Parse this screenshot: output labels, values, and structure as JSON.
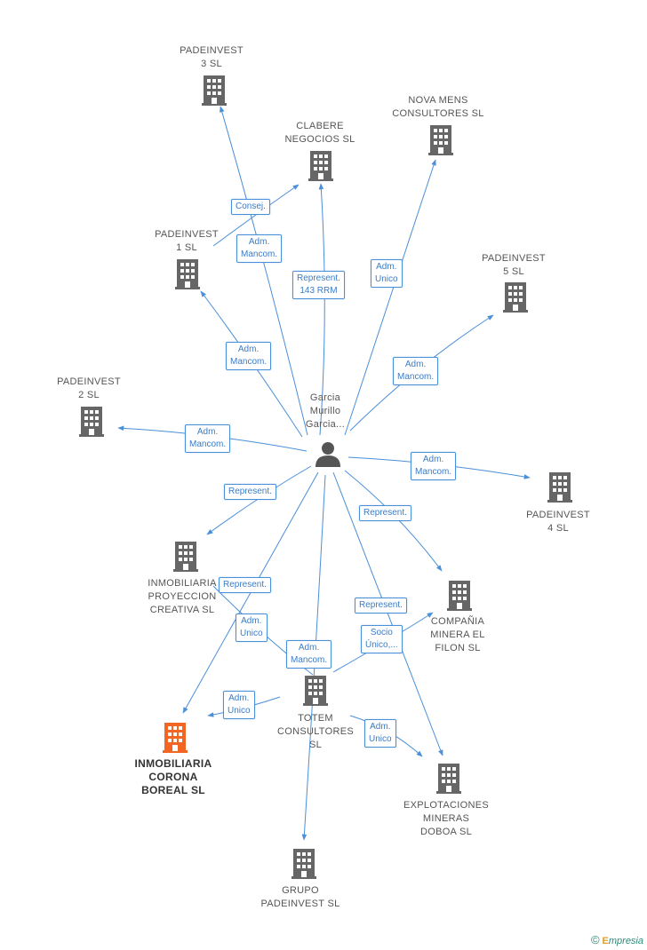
{
  "center": {
    "label": "Garcia\nMurillo\nGarcia..."
  },
  "nodes": {
    "padeinvest3": "PADEINVEST\n3 SL",
    "clabere": "CLABERE\nNEGOCIOS SL",
    "novamens": "NOVA MENS\nCONSULTORES SL",
    "padeinvest1": "PADEINVEST\n1 SL",
    "padeinvest5": "PADEINVEST\n5  SL",
    "padeinvest2": "PADEINVEST\n2 SL",
    "padeinvest4": "PADEINVEST\n4 SL",
    "proyeccion": "INMOBILIARIA\nPROYECCION\nCREATIVA SL",
    "compania": "COMPAÑIA\nMINERA EL\nFILON SL",
    "totem": "TOTEM\nCONSULTORES\nSL",
    "corona": "INMOBILIARIA\nCORONA\nBOREAL SL",
    "doboa": "EXPLOTACIONES\nMINERAS\nDOBOA  SL",
    "grupo": "GRUPO\nPADEINVEST SL"
  },
  "edges": {
    "consej": "Consej.",
    "adm_p3": "Adm.\nMancom.",
    "repr_clabere": "Represent.\n143 RRM",
    "adm_nova": "Adm.\nUnico",
    "adm_p1": "Adm.\nMancom.",
    "adm_p5": "Adm.\nMancom.",
    "adm_p2": "Adm.\nMancom.",
    "adm_p4": "Adm.\nMancom.",
    "repr_proy": "Represent.",
    "repr_comp": "Represent.",
    "repr_corona": "Represent.",
    "adm_unico_a": "Adm.\nUnico",
    "adm_grupo": "Adm.\nMancom.",
    "repr_doboa": "Represent.",
    "socio": "Socio\nÚnico,...",
    "adm_unico_corona": "Adm.\nUnico",
    "adm_unico_doboa": "Adm.\nUnico"
  },
  "footer": {
    "copyright": "©",
    "brand_e": "E",
    "brand_rest": "mpresia"
  },
  "colors": {
    "line": "#4a8fd9",
    "building": "#666666",
    "main_building": "#f26522"
  }
}
